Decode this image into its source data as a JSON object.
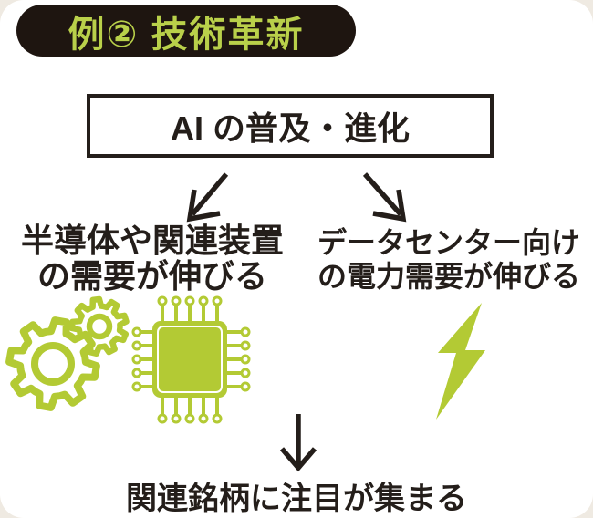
{
  "header": {
    "badge_label": "例② 技術革新"
  },
  "diagram": {
    "root_box": {
      "label": "AI の普及・進化"
    },
    "branches": [
      {
        "side": "left",
        "line1": "半導体や関連装置",
        "line2": "の需要が伸びる",
        "icons": [
          "gears-icon",
          "cpu-chip-icon"
        ]
      },
      {
        "side": "right",
        "line1": "データセンター向け",
        "line2": "の電力需要が伸びる",
        "icons": [
          "lightning-bolt-icon"
        ]
      }
    ],
    "conclusion": {
      "label": "関連銘柄に注目が集まる"
    }
  },
  "colors": {
    "accent_green": "#b3ca34",
    "badge_text_green": "#b9d04a",
    "badge_bg": "#1e1510",
    "ink": "#241e1a",
    "card_bg": "#ffffff",
    "page_bg": "#efeae2"
  }
}
